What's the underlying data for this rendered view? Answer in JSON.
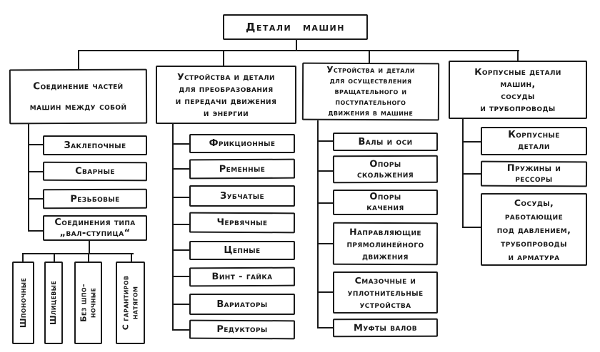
{
  "colors": {
    "ink": "#1a1a1a",
    "paper": "#ffffff"
  },
  "diagram": {
    "root": "Детали машин",
    "branches": [
      {
        "header": "Соединение частей\nмашин между собой",
        "children": [
          "Заклепочные",
          "Сварные",
          "Резьбовые",
          "Соединения типа\n„вал-ступица“"
        ],
        "subchildren": [
          "Шпоночные",
          "Шлицевые",
          "Без шпо-\nночные",
          "С гарантиров\nнатягом"
        ]
      },
      {
        "header": "Устройства и детали\nдля преобразования\nи передачи движения\nи энергии",
        "children": [
          "Фрикционные",
          "Ременные",
          "Зубчатые",
          "Червячные",
          "Цепные",
          "Винт - гайка",
          "Вариаторы",
          "Редукторы"
        ]
      },
      {
        "header": "Устройства и детали\nдля осуществления\nвращательного и\nпоступательного\nдвижения в машине",
        "children": [
          "Валы и оси",
          "Опоры\nскольжения",
          "Опоры\nкачения",
          "Направляющие\nпрямолинейного\nдвижения",
          "Смазочные и\nуплотнительные\nустройства",
          "Муфты валов"
        ]
      },
      {
        "header": "Корпусные детали\nмашин,\nсосуды\nи трубопроводы",
        "children": [
          "Корпусные\nдетали",
          "Пружины и\nрессоры",
          "Сосуды,\nработающие\nпод давлением,\nтрубопроводы\nи арматура"
        ]
      }
    ]
  }
}
